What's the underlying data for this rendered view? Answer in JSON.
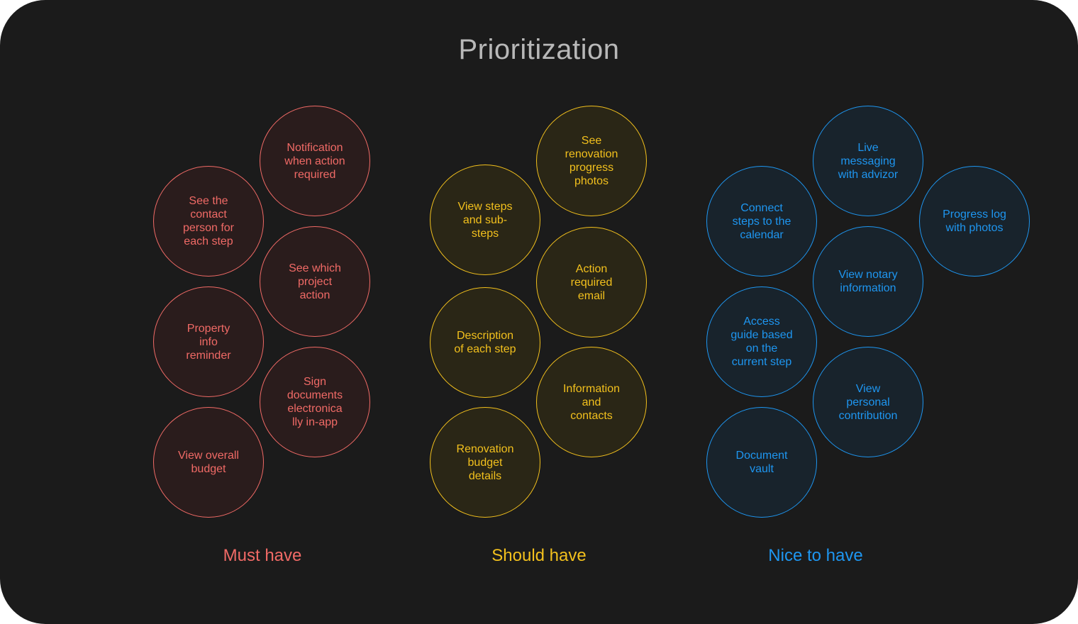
{
  "title": "Prioritization",
  "groups": [
    {
      "label": "Must have",
      "color": "#f06a66",
      "fill": "#2a1c1c",
      "items": [
        "Notification\nwhen action\nrequired",
        "See the\ncontact\nperson for\neach step",
        "See which\nproject\naction",
        "Property\ninfo\nreminder",
        "Sign\ndocuments\nelectronica\nlly in-app",
        "View overall\nbudget"
      ]
    },
    {
      "label": "Should have",
      "color": "#f2c01d",
      "fill": "#2a2616",
      "items": [
        "See\nrenovation\nprogress\nphotos",
        "View steps\nand sub-\nsteps",
        "Action\nrequired\nemail",
        "Description\nof each step",
        "Information\nand\ncontacts",
        "Renovation\nbudget\ndetails"
      ]
    },
    {
      "label": "Nice to have",
      "color": "#1e96f0",
      "fill": "#18232c",
      "items": [
        "Live\nmessaging\nwith advizor",
        "Connect\nsteps to the\ncalendar",
        "Progress log\nwith photos",
        "View notary\ninformation",
        "Access\nguide based\non the\ncurrent step",
        "View\npersonal\ncontribution",
        "Document\nvault"
      ]
    }
  ]
}
